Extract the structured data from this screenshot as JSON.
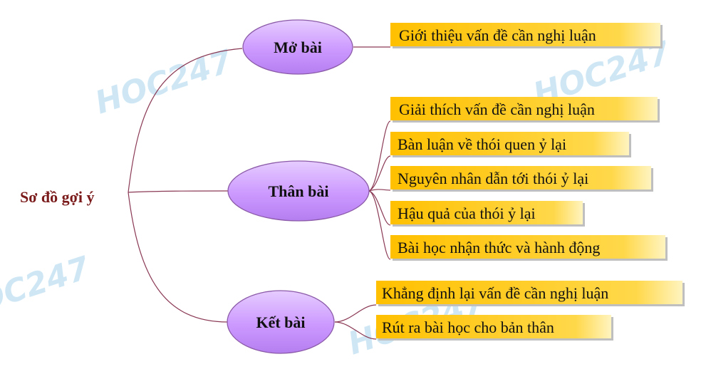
{
  "root": {
    "label": "Sơ đồ gợi ý"
  },
  "branches": [
    {
      "label": "Mở bài",
      "items": [
        "Giới thiệu vấn đề cần nghị luận"
      ]
    },
    {
      "label": "Thân bài",
      "items": [
        "Giải thích vấn đề cần nghị luận",
        "Bàn luận về thói quen ỷ lại",
        "Nguyên nhân dẫn tới thói ỷ lại",
        "Hậu quả của thói ỷ lại",
        "Bài học nhận thức và hành động"
      ]
    },
    {
      "label": "Kết bài",
      "items": [
        "Khẳng định lại vấn đề cần nghị luận",
        "Rút ra bài học cho bản thân"
      ]
    }
  ],
  "watermark": {
    "text": "HOC247"
  },
  "colors": {
    "connector": "#8b3a55",
    "ellipse_fill": "#cc99ff",
    "ellipse_stroke": "#8b5aa8",
    "box_fill": "#ffcc00",
    "box_shadow": "#bfbfbf",
    "root_text": "#7a1a1a"
  }
}
